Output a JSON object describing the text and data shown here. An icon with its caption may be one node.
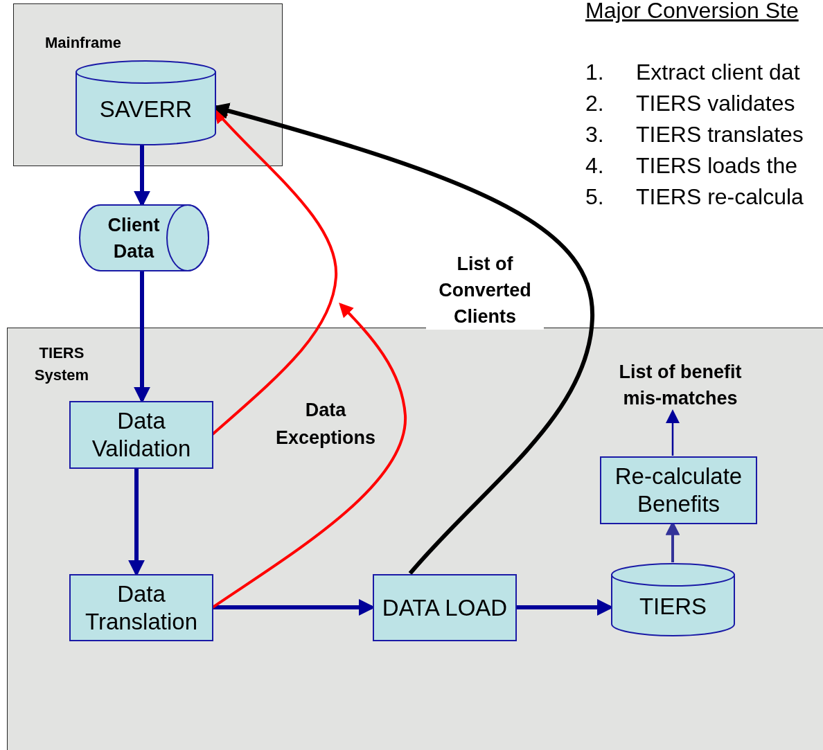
{
  "diagram": {
    "nodes": [
      {
        "text": [
          "Mainframe"
        ]
      },
      {
        "text": [
          "SAVERR"
        ],
        "in": 0
      },
      {
        "text": [
          "Client Data"
        ]
      },
      {
        "text": [
          "TIERS System"
        ]
      },
      {
        "text": [
          "Data Validation"
        ],
        "in": 3
      },
      {
        "text": [
          "Data Translation"
        ],
        "in": 3
      },
      {
        "text": [
          "DATA LOAD"
        ],
        "in": 3
      },
      {
        "text": [
          "TIERS"
        ],
        "in": 3
      },
      {
        "text": [
          "Re-calculate Benefits"
        ],
        "in": 3
      },
      {
        "text": [
          "List of benefit mis-matches"
        ],
        "in": 3
      }
    ],
    "edges": [
      {
        "from": 1,
        "to": 2,
        "arrow": "to"
      },
      {
        "from": 2,
        "to": 4,
        "arrow": "to"
      },
      {
        "from": 4,
        "to": 5,
        "arrow": "to"
      },
      {
        "from": 5,
        "to": 6,
        "arrow": "to"
      },
      {
        "from": 6,
        "to": 7,
        "arrow": "to"
      },
      {
        "from": 7,
        "to": 8,
        "arrow": "to",
        "color": "#333399"
      },
      {
        "from": 8,
        "to": 9,
        "arrow": "to"
      },
      {
        "from": 4,
        "to": 1,
        "arrow": "to",
        "color": "#ff0000"
      },
      {
        "from": 5,
        "to": null,
        "arrow": "to",
        "color": "#ff0000"
      },
      {
        "from": 6,
        "to": 1,
        "arrow": "to",
        "color": "#000000",
        "label": "List of Converted Clients"
      }
    ],
    "labels": [
      "Data Exceptions",
      "Major Conversion Ste",
      "1.",
      "Extract client dat",
      "2.",
      "TIERS validates",
      "3.",
      "TIERS translates",
      "4.",
      "TIERS loads the",
      "5.",
      "TIERS re-calcula"
    ]
  }
}
